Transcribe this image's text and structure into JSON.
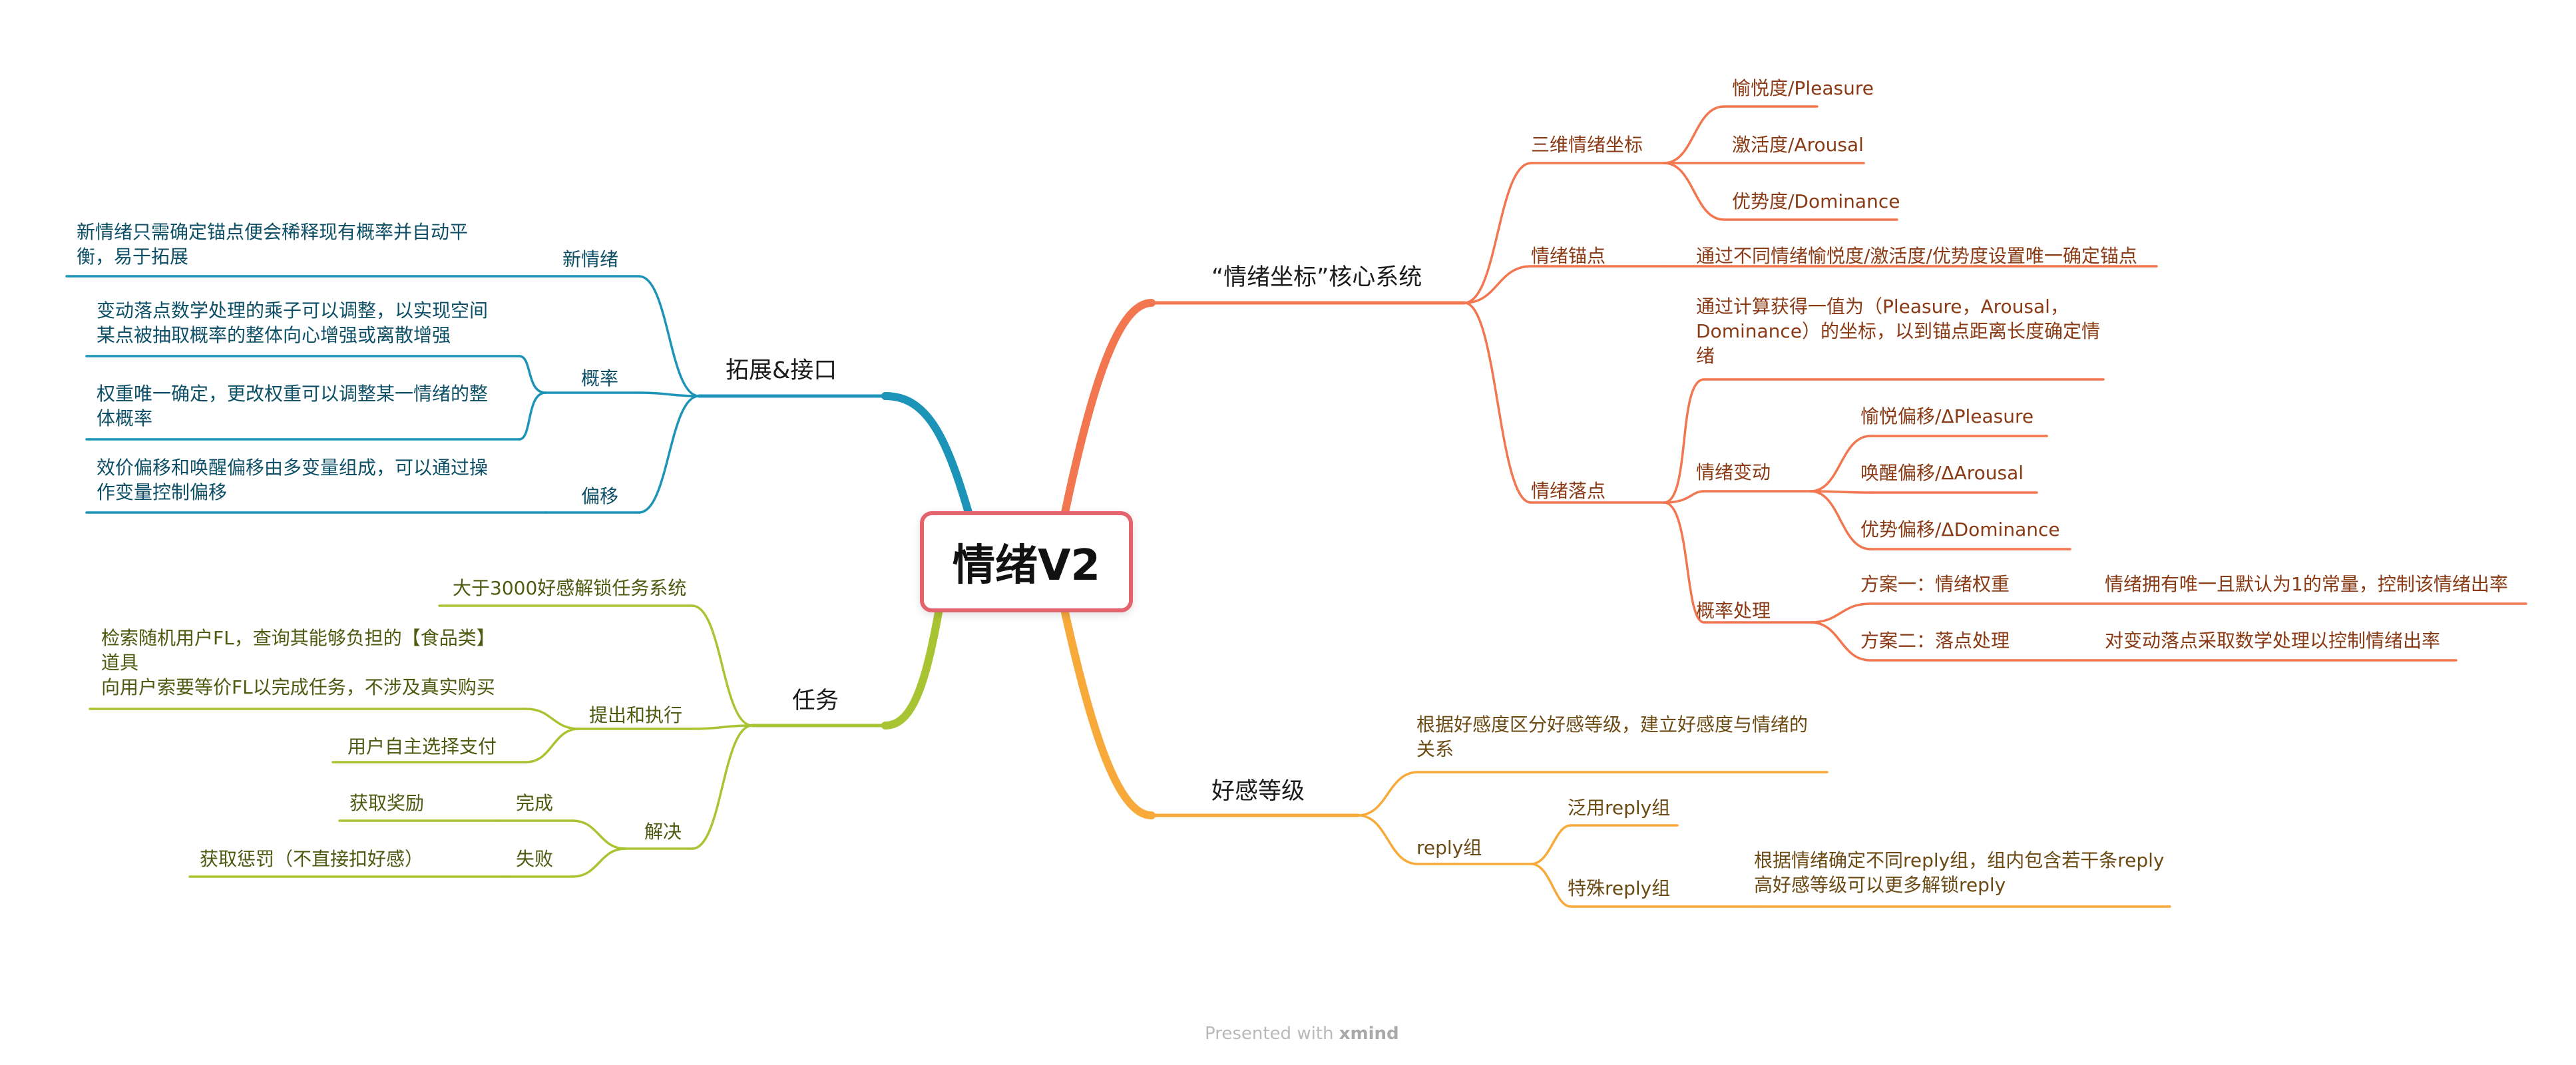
{
  "colors": {
    "orange": "#f2764f",
    "yellow": "#f7a93a",
    "blue": "#1c94b8",
    "green": "#a9c432",
    "root_border": "#e5636d"
  },
  "root": "情绪V2",
  "right": {
    "core": {
      "title": "“情绪坐标”核心系统",
      "coords": {
        "title": "三维情绪坐标",
        "items": [
          "愉悦度/Pleasure",
          "激活度/Arousal",
          "优势度/Dominance"
        ]
      },
      "anchor": {
        "title": "情绪锚点",
        "detail": "通过不同情绪愉悦度/激活度/优势度设置唯一确定锚点"
      },
      "landing": {
        "title": "情绪落点",
        "calc": "通过计算获得一值为（Pleasure，Arousal，\nDominance）的坐标，以到锚点距离长度确定情\n绪",
        "change": {
          "title": "情绪变动",
          "items": [
            "愉悦偏移/ΔPleasure",
            "唤醒偏移/ΔArousal",
            "优势偏移/ΔDominance"
          ]
        },
        "prob": {
          "title": "概率处理",
          "plan1": {
            "title": "方案一：情绪权重",
            "detail": "情绪拥有唯一且默认为1的常量，控制该情绪出率"
          },
          "plan2": {
            "title": "方案二：落点处理",
            "detail": "对变动落点采取数学处理以控制情绪出率"
          }
        }
      }
    },
    "favor": {
      "title": "好感等级",
      "desc": "根据好感度区分好感等级，建立好感度与情绪的\n关系",
      "reply": {
        "title": "reply组",
        "general": "泛用reply组",
        "special": {
          "title": "特殊reply组",
          "detail": "根据情绪确定不同reply组，组内包含若干条reply\n高好感等级可以更多解锁reply"
        }
      }
    }
  },
  "left": {
    "ext": {
      "title": "拓展&接口",
      "new_emotion": {
        "title": "新情绪",
        "detail": "新情绪只需确定锚点便会稀释现有概率并自动平\n衡，易于拓展"
      },
      "prob": {
        "title": "概率",
        "d1": "变动落点数学处理的乘子可以调整，以实现空间\n某点被抽取概率的整体向心增强或离散增强",
        "d2": "权重唯一确定，更改权重可以调整某一情绪的整\n体概率"
      },
      "bias": {
        "title": "偏移",
        "detail": "效价偏移和唤醒偏移由多变量组成，可以通过操\n作变量控制偏移"
      }
    },
    "task": {
      "title": "任务",
      "unlock": "大于3000好感解锁任务系统",
      "exec": {
        "title": "提出和执行",
        "d1": "检索随机用户FL，查询其能够负担的【食品类】\n道具\n向用户索要等价FL以完成任务，不涉及真实购买",
        "d2": "用户自主选择支付"
      },
      "resolve": {
        "title": "解决",
        "done": {
          "title": "完成",
          "detail": "获取奖励"
        },
        "fail": {
          "title": "失败",
          "detail": "获取惩罚（不直接扣好感）"
        }
      }
    }
  },
  "footer": {
    "prefix": "Presented with",
    "brand": "xmind"
  }
}
